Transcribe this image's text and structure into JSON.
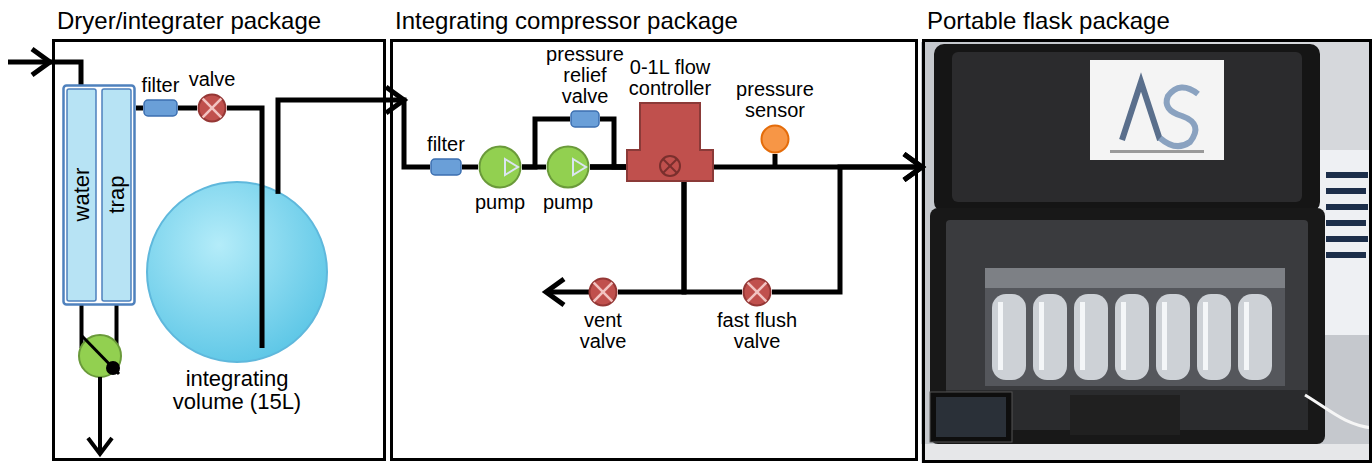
{
  "diagram": {
    "nodes": [
      {
        "text": [
          "Dryer/integrater package"
        ]
      },
      {
        "text": [
          "water",
          "trap"
        ],
        "in": 0
      },
      {
        "text": [
          "filter"
        ],
        "in": 0
      },
      {
        "text": [
          "valve"
        ],
        "in": 0
      },
      {
        "text": [
          "integrating volume (15L)"
        ],
        "in": 0
      },
      {
        "text": [
          "Integrating compressor package"
        ]
      },
      {
        "text": [
          "filter"
        ],
        "in": 5
      },
      {
        "text": [
          "pump"
        ],
        "in": 5
      },
      {
        "text": [
          "pump"
        ],
        "in": 5
      },
      {
        "text": [
          "pressure relief valve"
        ],
        "in": 5
      },
      {
        "text": [
          "0-1L flow controller"
        ],
        "in": 5
      },
      {
        "text": [
          "pressure sensor"
        ],
        "in": 5
      },
      {
        "text": [
          "vent valve"
        ],
        "in": 5
      },
      {
        "text": [
          "fast flush valve"
        ],
        "in": 5
      },
      {
        "text": [
          "Portable flask package"
        ]
      }
    ],
    "edges": [
      {
        "from": 1,
        "to": 2,
        "arrow": "none"
      },
      {
        "from": 2,
        "to": 3,
        "arrow": "none"
      },
      {
        "from": 3,
        "to": 4,
        "arrow": "none"
      },
      {
        "from": 4,
        "to": 6,
        "arrow": "to"
      },
      {
        "from": 6,
        "to": 7,
        "arrow": "none"
      },
      {
        "from": 7,
        "to": 8,
        "arrow": "none"
      },
      {
        "from": 7,
        "to": 9,
        "arrow": "none"
      },
      {
        "from": 9,
        "to": 10,
        "arrow": "none"
      },
      {
        "from": 8,
        "to": 10,
        "arrow": "none"
      },
      {
        "from": 8,
        "to": 12,
        "arrow": "none"
      },
      {
        "from": 8,
        "to": 13,
        "arrow": "none"
      },
      {
        "from": 10,
        "to": 14,
        "arrow": "to"
      },
      {
        "from": 13,
        "to": 14,
        "arrow": "to"
      }
    ]
  }
}
